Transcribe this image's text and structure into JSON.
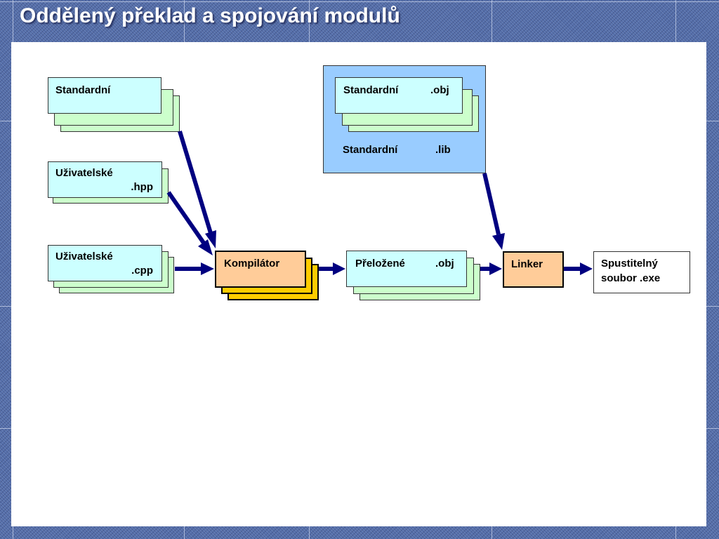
{
  "slide": {
    "title": "Oddělený překlad a spojování modulů"
  },
  "colors": {
    "background": "#4d68a6",
    "panel": "#ffffff",
    "source_front": "#ccffff",
    "source_back": "#ccffcc",
    "library_panel": "#99ccff",
    "tool_box": "#ffcc99",
    "compiler_stack": "#ffcc00",
    "arrow": "#000080"
  },
  "diagram": {
    "standard_headers": {
      "label": "Standardní"
    },
    "user_headers": {
      "line1": "Uživatelské",
      "line2": ".hpp"
    },
    "user_sources": {
      "line1": "Uživatelské",
      "line2": ".cpp"
    },
    "compiler": {
      "label": "Kompilátor"
    },
    "compiled_objects": {
      "name": "Přeložené",
      "ext": ".obj"
    },
    "standard_objects": {
      "name": "Standardní",
      "ext": ".obj"
    },
    "standard_libs": {
      "name": "Standardní",
      "ext": ".lib"
    },
    "linker": {
      "label": "Linker"
    },
    "executable": {
      "line1": "Spustitelný",
      "line2": "soubor  .exe"
    }
  }
}
